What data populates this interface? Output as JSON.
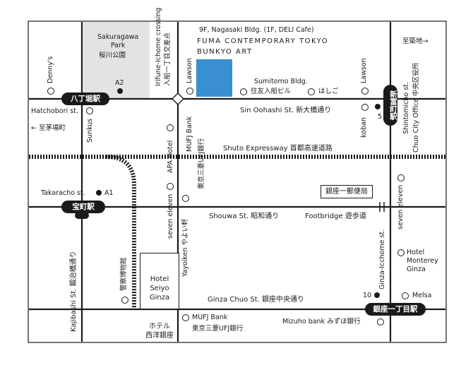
{
  "map": {
    "gallery": {
      "address": "9F, Nagasaki Bldg. (1F, DELI Cafe)",
      "name": "FUMA CONTEMPORARY TOKYO",
      "subname": "BUNKYO ART",
      "color": "#3a8fd0"
    },
    "park": {
      "en": "Sakuragawa\nPark",
      "jp": "桜川公園",
      "color": "#e3e3e3"
    },
    "stations": {
      "hatchobori": "八丁堀駅",
      "takaracho": "宝町駅",
      "shintomicho": "新富町駅",
      "ginza_itchome": "銀座一丁目駅"
    },
    "exits": {
      "a2": "A2",
      "a1": "A1",
      "takaracho_st": "Takaracho st.",
      "exit5": "5",
      "exit10": "10"
    },
    "streets": {
      "hatchobori_st": "Hatchobori st.",
      "to_kayabacho": "← 至茅場町",
      "sin_oohashi": "Sin Oohashi St.  新大橋通り",
      "shuto_expressway": "Shuto Expressway  首都高速道路",
      "showa": "Shouwa St.  昭和通り",
      "footbridge": "Footbridge  遊歩道",
      "ginza_chuo": "Ginza Chuo St.  銀座中央通り",
      "to_tsukiji": "至築地→",
      "irifune": "Irifune-Ichome crossing",
      "irifune_jp": "入船一丁目交差点",
      "kajibashi": "Kajibashi St.  鍛治橋通り",
      "ginza_1chome_st": "Ginza-Icchome st.",
      "shintomicho_st": "Shintomicho st.",
      "chuo_city_office": "Chuo City Office  中央区役所",
      "yayoiken": "Yayoiken  やよい軒"
    },
    "pois": {
      "dennys": "Denny's",
      "lawson1": "Lawson",
      "lawson2": "Lawson",
      "sumitomo_en": "Sumitomo Bldg.",
      "sumitomo_jp": "住友入船ビル",
      "hashigo": "はしご",
      "koban": "koban",
      "sunkus": "Sunkus",
      "apa_hotel": "APA Hotel",
      "mufj_vert_en": "MUFJ Bank",
      "mufj_vert_jp": "東京三菱UFJ銀行",
      "seven_eleven1": "seven eleven",
      "seven_eleven2": "seven eleven",
      "ginza_post": "銀座一郵便局",
      "hotel_seiyo": "Hotel\nSeiyo\nGinza",
      "hotel_seiyo_jp": "ホテル\n西洋銀座",
      "police_museum": "警察博物館",
      "hotel_monterey": "Hotel\nMonterey\nGinza",
      "melsa": "Melsa",
      "mufj_bottom_en": "MUFJ Bank",
      "mufj_bottom_jp": "東京三菱UFJ銀行",
      "mizuho": "Mizuho bank  みずほ銀行"
    }
  }
}
